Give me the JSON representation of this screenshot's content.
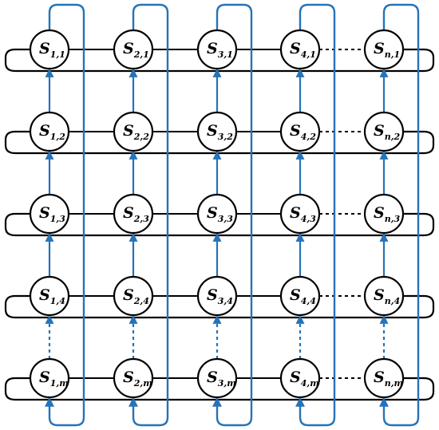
{
  "diagram": {
    "columns": [
      {
        "id": "1"
      },
      {
        "id": "2"
      },
      {
        "id": "3"
      },
      {
        "id": "4"
      },
      {
        "id": "n"
      }
    ],
    "rows": [
      {
        "id": "1"
      },
      {
        "id": "2"
      },
      {
        "id": "3"
      },
      {
        "id": "4"
      },
      {
        "id": "m"
      }
    ],
    "node_symbol": "S",
    "nodes": [
      [
        "1,1",
        "2,1",
        "3,1",
        "4,1",
        "n,1"
      ],
      [
        "1,2",
        "2,2",
        "3,2",
        "4,2",
        "n,2"
      ],
      [
        "1,3",
        "2,3",
        "3,3",
        "4,3",
        "n,3"
      ],
      [
        "1,4",
        "2,4",
        "3,4",
        "4,4",
        "n,4"
      ],
      [
        "1,m",
        "2,m",
        "3,m",
        "4,m",
        "n,m"
      ]
    ],
    "colors": {
      "column_links": "#2573b8",
      "row_links": "#000000",
      "node_fill": "#ffffff"
    }
  }
}
